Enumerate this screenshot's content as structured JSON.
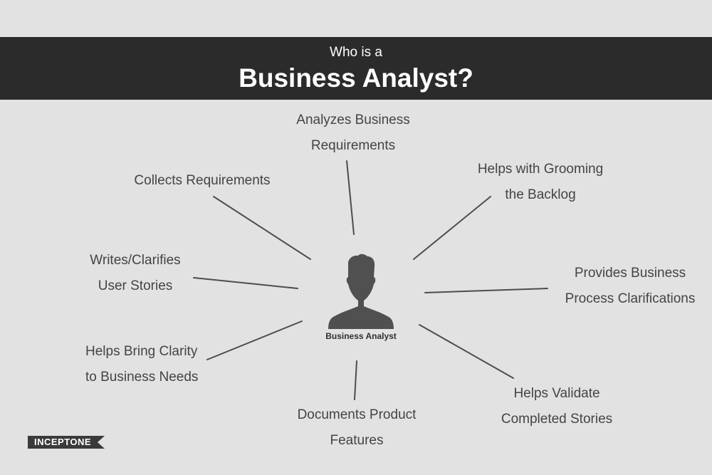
{
  "header": {
    "subtitle": "Who is a",
    "title": "Business Analyst?"
  },
  "center": {
    "caption": "Business Analyst",
    "icon": "person-silhouette-icon"
  },
  "roles": {
    "analyzes": [
      "Analyzes Business",
      "Requirements"
    ],
    "grooming": [
      "Helps with Grooming",
      "the Backlog"
    ],
    "collects": [
      "Collects Requirements"
    ],
    "writes": [
      "Writes/Clarifies",
      "User Stories"
    ],
    "provides": [
      "Provides Business",
      "Process Clarifications"
    ],
    "clarity": [
      "Helps Bring Clarity",
      "to Business Needs"
    ],
    "validate": [
      "Helps Validate",
      "Completed Stories"
    ],
    "documents": [
      "Documents Product",
      "Features"
    ]
  },
  "logo": {
    "text": "INCEPTONE"
  },
  "colors": {
    "background": "#e2e2e2",
    "banner": "#2b2b2b",
    "line": "#4d4d4d",
    "text": "#444444"
  }
}
